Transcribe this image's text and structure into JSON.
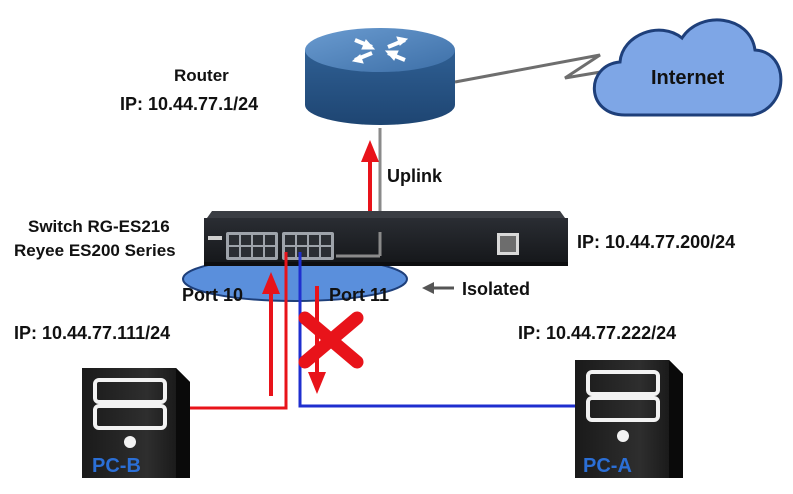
{
  "router": {
    "label": "Router",
    "ip": "IP: 10.44.77.1/24",
    "icon": "router-icon"
  },
  "internet": {
    "label": "Internet",
    "icon": "cloud-icon"
  },
  "uplink": {
    "label": "Uplink"
  },
  "switch": {
    "line1": "Switch RG-ES216",
    "line2": "Reyee ES200 Series",
    "ip": "IP: 10.44.77.200/24",
    "icon": "switch-icon"
  },
  "ports": {
    "port10": "Port 10",
    "port11": "Port 11",
    "isolated": "Isolated"
  },
  "pc_b": {
    "label": "PC-B",
    "ip": "IP: 10.44.77.111/24",
    "icon": "pc-tower-icon"
  },
  "pc_a": {
    "label": "PC-A",
    "ip": "IP: 10.44.77.222/24",
    "icon": "pc-tower-icon"
  },
  "colors": {
    "traffic_allowed": "#e8131a",
    "traffic_pc_a": "#1f2fcf",
    "blocked_x": "#e8131a",
    "highlight_ellipse": "#5a8fdc",
    "cloud_fill": "#7ea6e6",
    "router_top": "#4b7fb8",
    "pc_label": "#2b6fd6"
  }
}
